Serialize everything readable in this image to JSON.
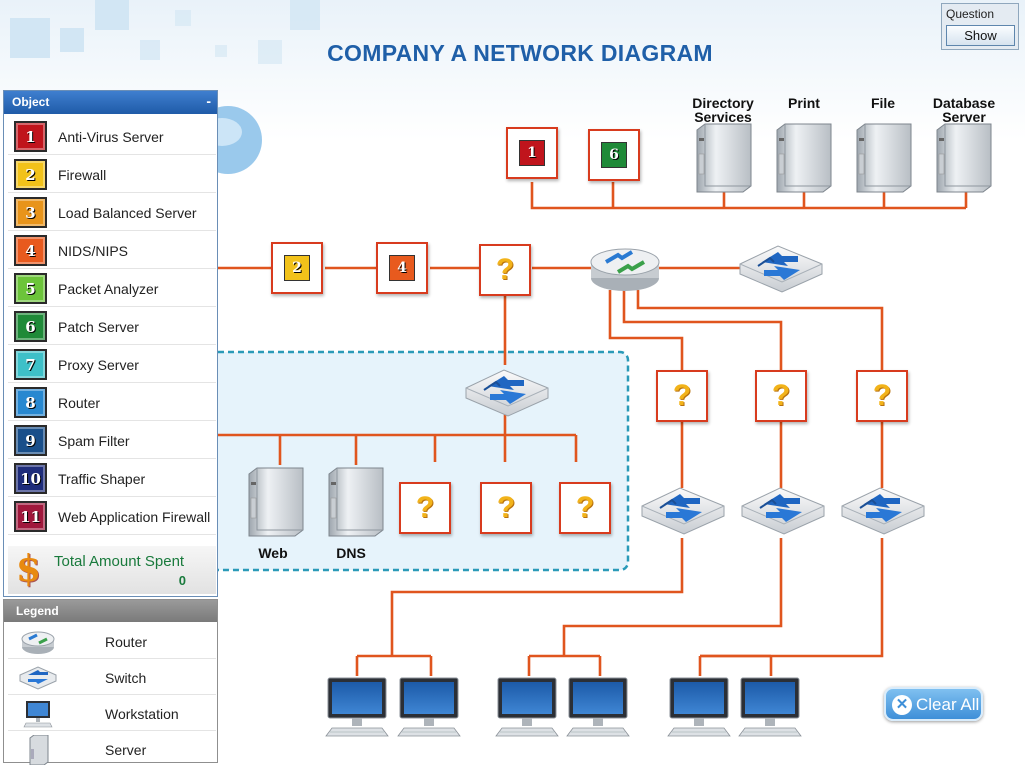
{
  "title": "COMPANY A NETWORK DIAGRAM",
  "question": {
    "label": "Question",
    "show_label": "Show"
  },
  "object_panel": {
    "header": "Object",
    "minimize": "-",
    "items": [
      {
        "num": "1",
        "label": "Anti-Virus Server",
        "color": "#c0141c"
      },
      {
        "num": "2",
        "label": "Firewall",
        "color": "#f2c21a"
      },
      {
        "num": "3",
        "label": "Load Balanced Server",
        "color": "#e8941a"
      },
      {
        "num": "4",
        "label": "NIDS/NIPS",
        "color": "#e85a1e"
      },
      {
        "num": "5",
        "label": "Packet Analyzer",
        "color": "#6cc43a"
      },
      {
        "num": "6",
        "label": "Patch Server",
        "color": "#1f8a38"
      },
      {
        "num": "7",
        "label": "Proxy Server",
        "color": "#3ec0c8"
      },
      {
        "num": "8",
        "label": "Router",
        "color": "#2888d0"
      },
      {
        "num": "9",
        "label": "Spam Filter",
        "color": "#1a4f8a"
      },
      {
        "num": "10",
        "label": "Traffic Shaper",
        "color": "#1e2c7a"
      },
      {
        "num": "11",
        "label": "Web Application Firewall",
        "color": "#a0183c"
      }
    ],
    "total_label": "Total Amount Spent",
    "total_value": "0",
    "currency_symbol": "$"
  },
  "legend": {
    "header": "Legend",
    "items": [
      "Router",
      "Switch",
      "Workstation",
      "Server"
    ]
  },
  "diagram": {
    "server_labels": {
      "directory": "Directory Services",
      "print": "Print",
      "file": "File",
      "database": "Database Server",
      "web": "Web",
      "dns": "DNS"
    },
    "placed": {
      "antivirus": "1",
      "patch": "6",
      "firewall": "2",
      "nids": "4"
    },
    "placeholder": "?"
  },
  "clear_all": "Clear All"
}
